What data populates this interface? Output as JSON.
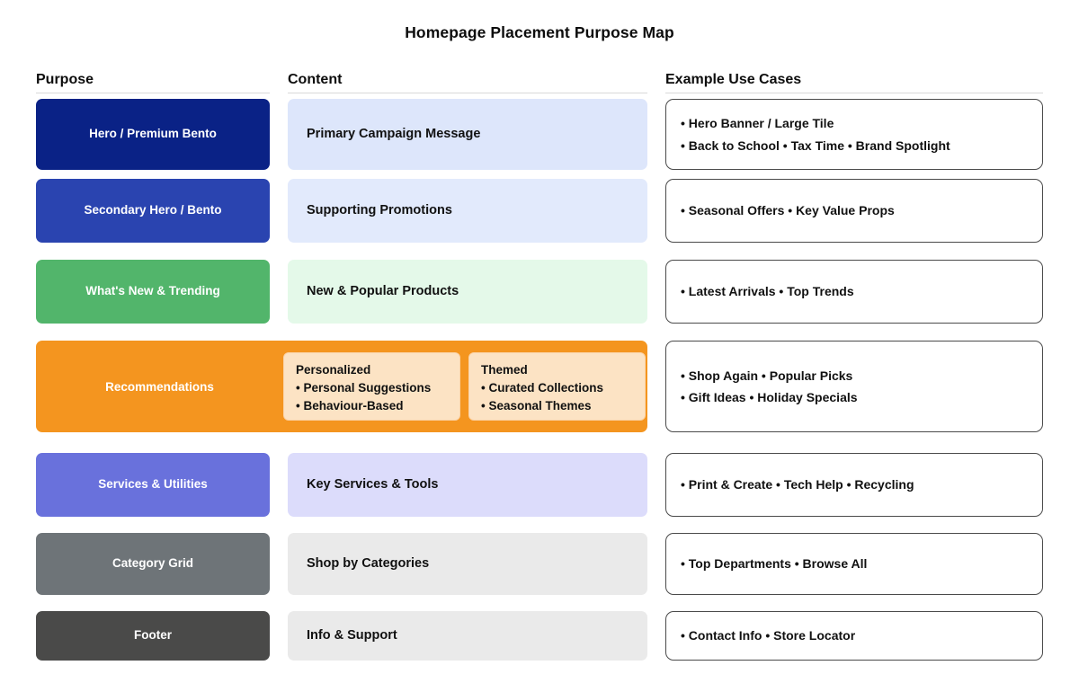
{
  "title": "Homepage Placement Purpose Map",
  "columns": {
    "purpose": "Purpose",
    "content": "Content",
    "usecases": "Example Use Cases"
  },
  "colors": {
    "hero": "#0a2286",
    "secondary_hero": "#2a44b0",
    "whats_new": "#52b56b",
    "recommendations": "#f4951f",
    "services": "#6971dc",
    "category_grid": "#6e7478",
    "footer": "#4a4a49",
    "content_blue_strong": "#dde6fb",
    "content_blue_soft": "#e2eafc",
    "content_green": "#e4f9e9",
    "content_purple": "#dcdcfb",
    "content_gray": "#eaeaea",
    "subcard_bg": "#fce3c4",
    "subcard_border": "#fbd3a7",
    "usecase_border": "#4a4a4a",
    "rule": "#d9d9d9"
  },
  "rows": [
    {
      "purpose": "Hero / Premium Bento",
      "purpose_color": "#0a2286",
      "content": "Primary Campaign Message",
      "content_color": "#dde6fb",
      "usecases": [
        "• Hero Banner / Large Tile",
        "• Back to School • Tax Time • Brand Spotlight"
      ]
    },
    {
      "purpose": "Secondary Hero / Bento",
      "purpose_color": "#2a44b0",
      "content": "Supporting Promotions",
      "content_color": "#e2eafc",
      "usecases": [
        "• Seasonal Offers • Key Value Props"
      ]
    },
    {
      "purpose": "What's New & Trending",
      "purpose_color": "#52b56b",
      "content": "New & Popular Products",
      "content_color": "#e4f9e9",
      "usecases": [
        "• Latest Arrivals • Top Trends"
      ]
    },
    {
      "purpose": "Recommendations",
      "purpose_color": "#f4951f",
      "subcards": [
        {
          "title": "Personalized",
          "lines": [
            "• Personal Suggestions",
            "• Behaviour-Based"
          ]
        },
        {
          "title": "Themed",
          "lines": [
            "• Curated Collections",
            "• Seasonal Themes"
          ]
        }
      ],
      "usecases": [
        "• Shop Again • Popular Picks",
        "• Gift Ideas • Holiday Specials"
      ]
    },
    {
      "purpose": "Services & Utilities",
      "purpose_color": "#6971dc",
      "content": "Key Services & Tools",
      "content_color": "#dcdcfb",
      "usecases": [
        "• Print & Create • Tech Help • Recycling"
      ]
    },
    {
      "purpose": "Category Grid",
      "purpose_color": "#6e7478",
      "content": "Shop by Categories",
      "content_color": "#eaeaea",
      "usecases": [
        "• Top Departments • Browse All"
      ]
    },
    {
      "purpose": "Footer",
      "purpose_color": "#4a4a49",
      "content": "Info & Support",
      "content_color": "#eaeaea",
      "usecases": [
        "• Contact Info • Store Locator"
      ]
    }
  ]
}
